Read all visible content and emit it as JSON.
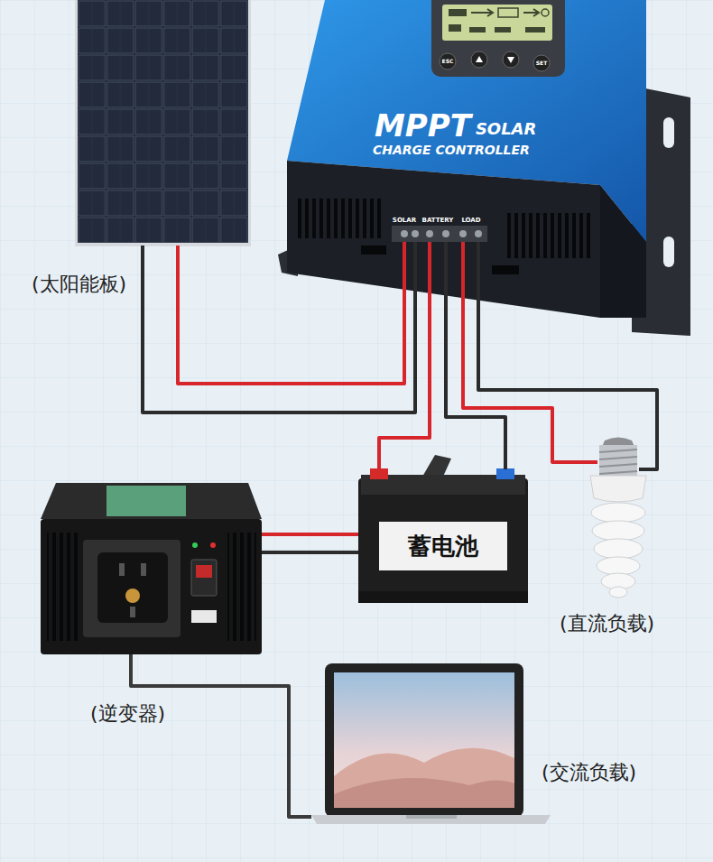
{
  "diagram": {
    "nodes": [
      {
        "text": [
          "(太阳能板)"
        ]
      },
      {
        "text": [
          "MPPT",
          "SOLAR",
          "CHARGE CONTROLLER"
        ]
      },
      {
        "text": [
          "蓄电池"
        ]
      },
      {
        "text": [
          "(直流负载)"
        ]
      },
      {
        "text": [
          "(逆变器)"
        ]
      },
      {
        "text": [
          "(交流负载)"
        ]
      }
    ],
    "edges": [
      {
        "from": 0,
        "to": 1,
        "arrow": "none"
      },
      {
        "from": 1,
        "to": 2,
        "arrow": "none"
      },
      {
        "from": 1,
        "to": 3,
        "arrow": "none"
      },
      {
        "from": 2,
        "to": 4,
        "arrow": "none"
      },
      {
        "from": 4,
        "to": 5,
        "arrow": "none"
      }
    ],
    "labels": [
      "SOLAR",
      "BATTERY",
      "LOAD",
      "ESC",
      "SET"
    ]
  }
}
